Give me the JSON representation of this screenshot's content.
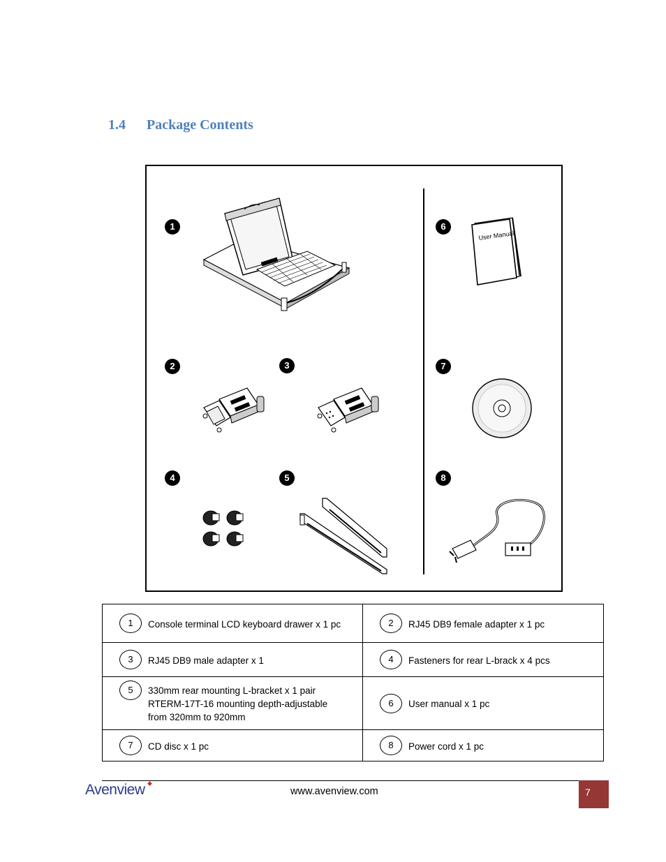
{
  "section": {
    "number": "1.4",
    "title": "Package Contents"
  },
  "figure": {
    "badges": [
      "1",
      "2",
      "3",
      "4",
      "5",
      "6",
      "7",
      "8"
    ],
    "manual_cover_text": "User Manual"
  },
  "items": [
    {
      "num": "1",
      "lines": [
        "Console terminal LCD keyboard drawer x 1 pc"
      ]
    },
    {
      "num": "2",
      "lines": [
        "RJ45 DB9 female adapter x 1 pc"
      ]
    },
    {
      "num": "3",
      "lines": [
        "RJ45 DB9 male adapter x 1"
      ]
    },
    {
      "num": "4",
      "lines": [
        "Fasteners for rear L-brack x 4 pcs"
      ]
    },
    {
      "num": "5",
      "lines": [
        "330mm rear mounting L-bracket x 1 pair",
        "RTERM-17T-16 mounting depth-adjustable",
        "from 320mm to 920mm"
      ]
    },
    {
      "num": "6",
      "lines": [
        "User manual x 1 pc"
      ]
    },
    {
      "num": "7",
      "lines": [
        "CD disc x 1 pc"
      ]
    },
    {
      "num": "8",
      "lines": [
        "Power cord x 1 pc"
      ]
    }
  ],
  "footer": {
    "logo": "Avenview",
    "url": "www.avenview.com",
    "page": "7"
  },
  "colors": {
    "heading": "#4f81bd",
    "page_box": "#953734",
    "logo": "#2e3a8c"
  }
}
